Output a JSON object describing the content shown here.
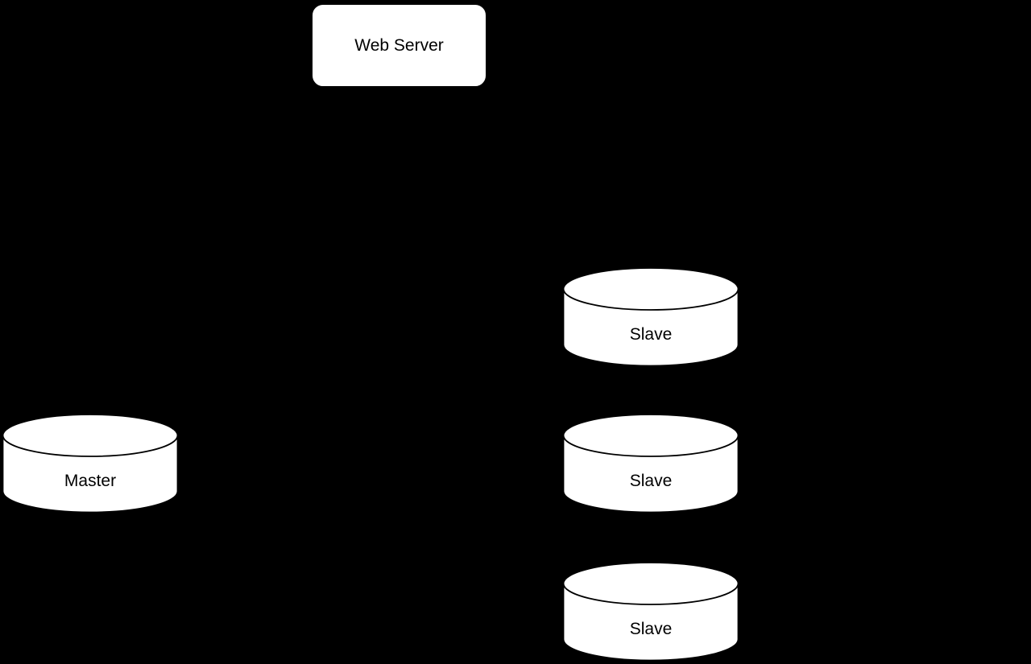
{
  "canvas": {
    "background_color": "#000000"
  },
  "palette": {
    "node_fill": "#FFFFFF",
    "node_stroke": "#000000",
    "label_color": "#000000"
  },
  "nodes": {
    "web_server": {
      "label": "Web Server",
      "shape": "rounded-rectangle"
    },
    "master": {
      "label": "Master",
      "shape": "database-cylinder"
    },
    "slave_1": {
      "label": "Slave",
      "shape": "database-cylinder"
    },
    "slave_2": {
      "label": "Slave",
      "shape": "database-cylinder"
    },
    "slave_3": {
      "label": "Slave",
      "shape": "database-cylinder"
    }
  }
}
